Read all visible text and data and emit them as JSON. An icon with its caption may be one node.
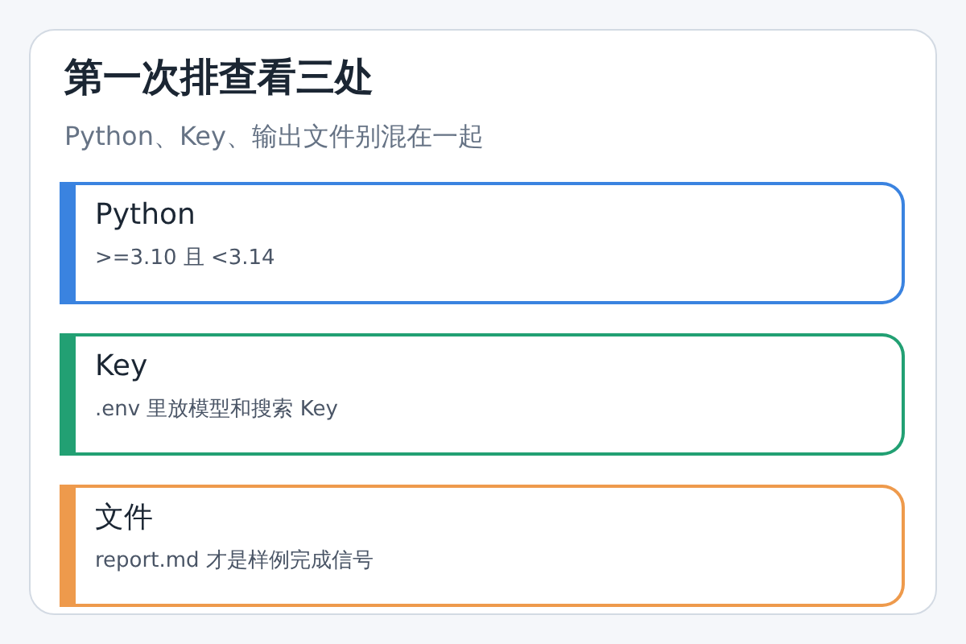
{
  "diagram": {
    "nodes": [
      {
        "text": [
          "第一次排查看三处",
          "Python、Key、输出文件别混在一起"
        ]
      },
      {
        "text": [
          "Python",
          ">=3.10 且 <3.14"
        ],
        "in": 0
      },
      {
        "text": [
          "Key",
          ".env 里放模型和搜索 Key"
        ],
        "in": 0
      },
      {
        "text": [
          "文件",
          "report.md 才是样例完成信号"
        ],
        "in": 0
      }
    ],
    "edges": []
  }
}
